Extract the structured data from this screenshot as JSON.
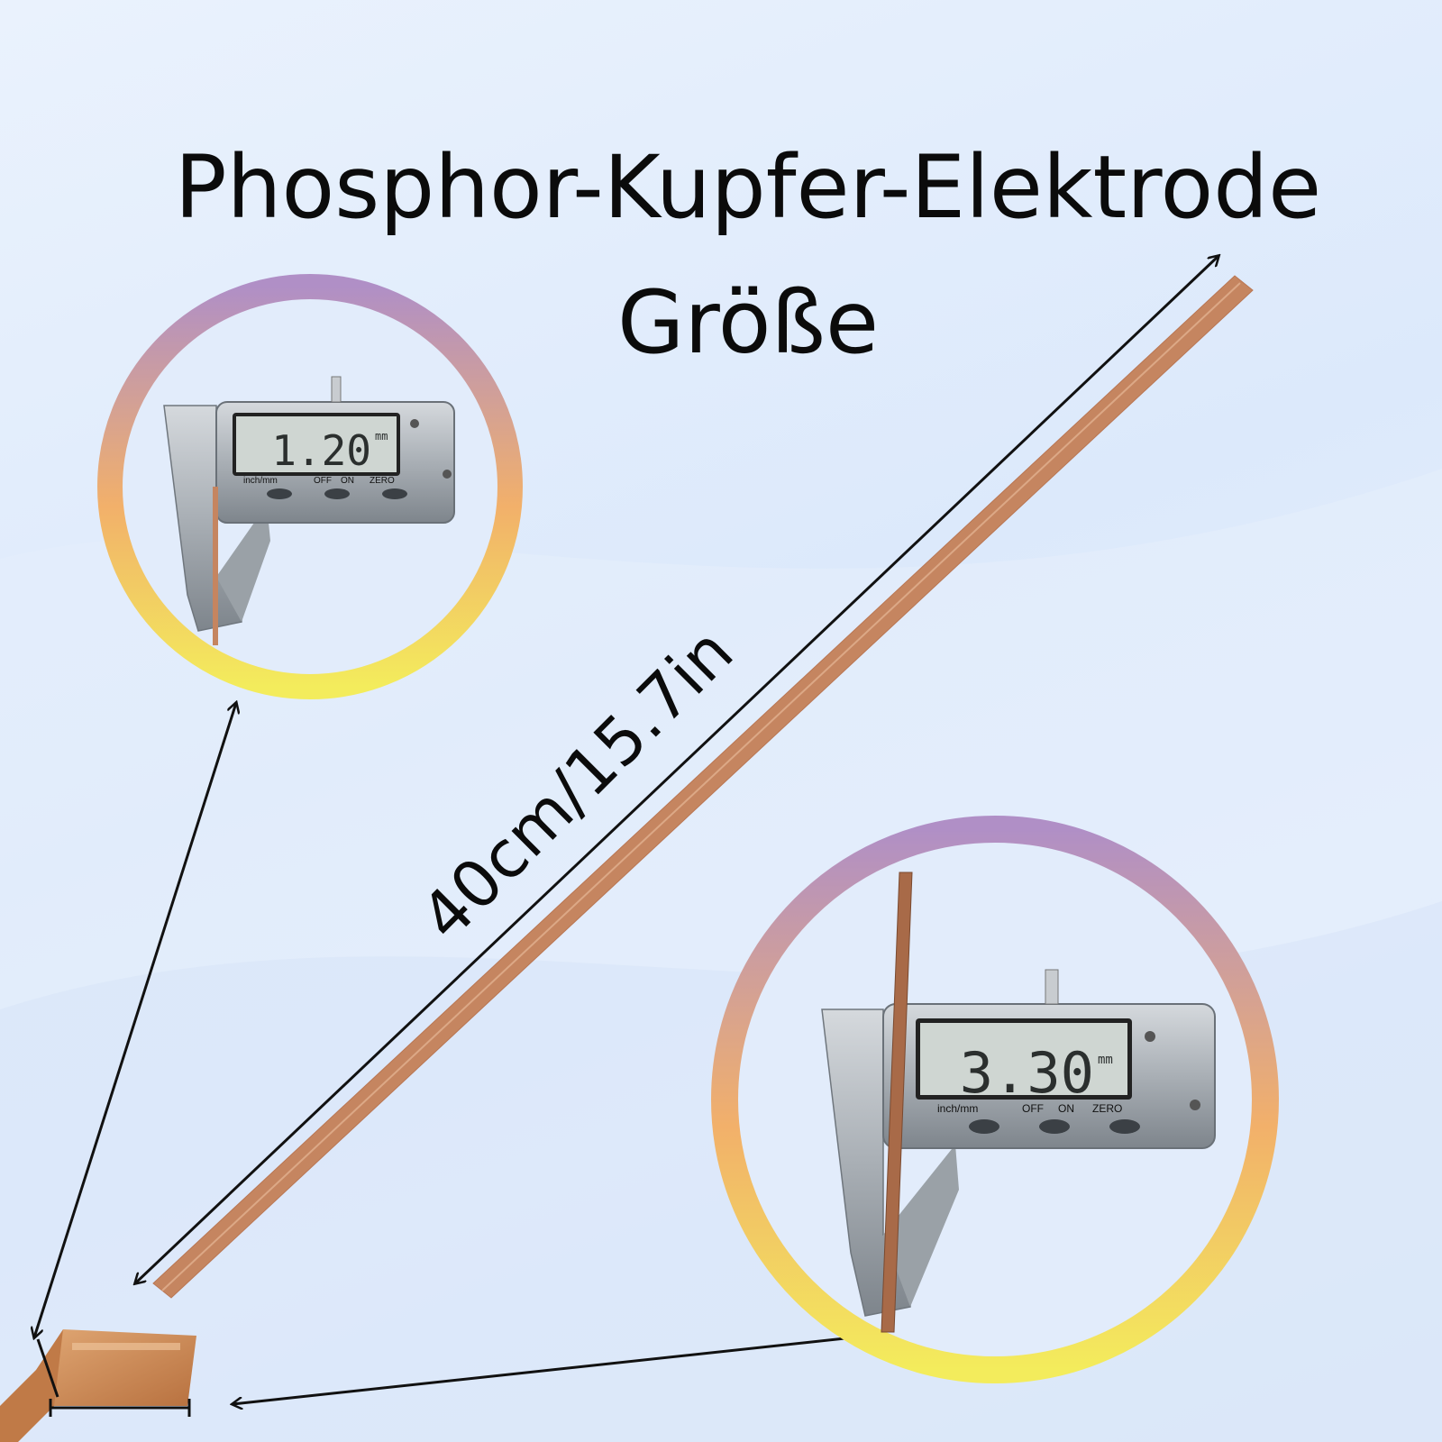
{
  "title": {
    "line1": "Phosphor-Kupfer-Elektrode",
    "line2": "Größe"
  },
  "length_label": "40cm/15.7in",
  "calipers": [
    {
      "reading": "1.20",
      "unit": "mm",
      "buttons": [
        "inch/mm",
        "OFF",
        "ON",
        "ZERO"
      ]
    },
    {
      "reading": "3.30",
      "unit": "mm",
      "buttons": [
        "inch/mm",
        "OFF",
        "ON",
        "ZERO"
      ]
    }
  ],
  "colors": {
    "ring_top": "#b08fc6",
    "ring_mid": "#f2b06a",
    "ring_bottom": "#f3ec5c",
    "copper": "#c98a63",
    "lcd": "#cfd6d2"
  }
}
